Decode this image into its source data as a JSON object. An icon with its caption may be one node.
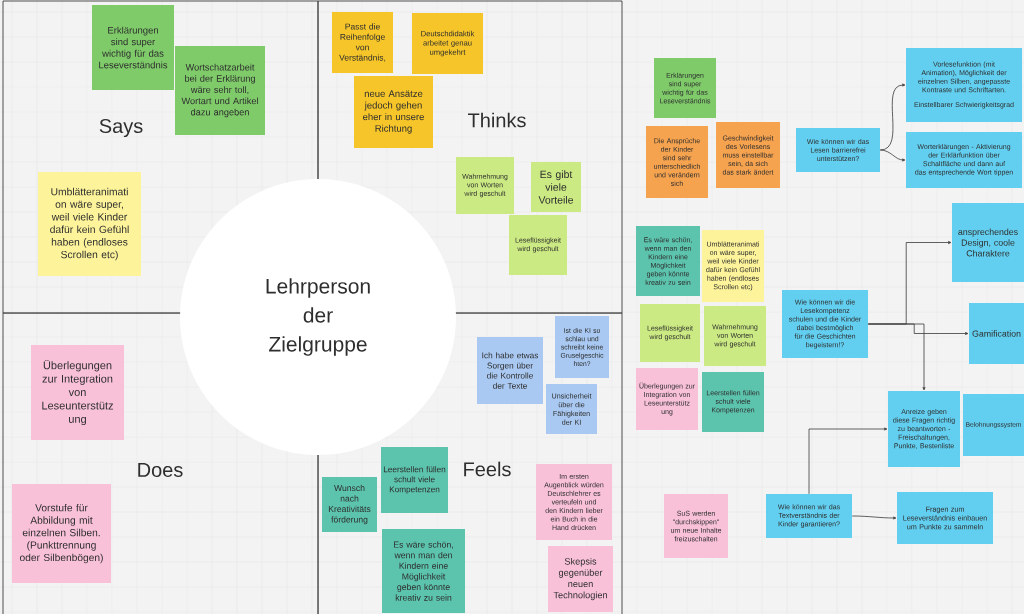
{
  "diagram": {
    "nodes": [
      {
        "text": [
          "Says"
        ]
      },
      {
        "text": [
          "Erklärungen sind super wichtig für das Leseverständnis"
        ],
        "in": 0
      },
      {
        "text": [
          "Wortschatzarbeit bei der Erklärung wäre sehr toll, Wortart und Artikel dazu angeben"
        ],
        "in": 0
      },
      {
        "text": [
          "Umblätteranimati on wäre super, weil viele Kinder dafür kein Gefühl haben (endloses Scrollen etc)"
        ],
        "in": 0
      },
      {
        "text": [
          "Thinks"
        ]
      },
      {
        "text": [
          "Passt die Reihenfolge von Verständnis,"
        ],
        "in": 4
      },
      {
        "text": [
          "Deutschdidaktik arbeitet genau umgekehrt"
        ],
        "in": 4
      },
      {
        "text": [
          "neue Ansätze jedoch gehen eher in unsere Richtung"
        ],
        "in": 4
      },
      {
        "text": [
          "Wahrnehmung von Worten wird geschult"
        ],
        "in": 4
      },
      {
        "text": [
          "Es gibt viele Vorteile"
        ],
        "in": 4
      },
      {
        "text": [
          "Leseflüssigkeit wird geschult"
        ],
        "in": 4
      },
      {
        "text": [
          "Does"
        ]
      },
      {
        "text": [
          "Überlegungen zur Integration von Leseunterstütz ung"
        ],
        "in": 11
      },
      {
        "text": [
          "Vorstufe für Abbildung mit einzelnen Silben. (Punkttrennung oder Silbenbögen)"
        ],
        "in": 11
      },
      {
        "text": [
          "Feels"
        ]
      },
      {
        "text": [
          "Ich habe etwas Sorgen über die Kontrolle der Texte"
        ],
        "in": 14
      },
      {
        "text": [
          "Ist die KI so schlau und schreibt keine Gruselgeschic hten?"
        ],
        "in": 14
      },
      {
        "text": [
          "Unsicherheit über die Fähigkeiten der KI"
        ],
        "in": 14
      },
      {
        "text": [
          "Leerstellen füllen schult viele Kompetenzen"
        ],
        "in": 14
      },
      {
        "text": [
          "Wunsch nach Kreativitäts förderung"
        ],
        "in": 14
      },
      {
        "text": [
          "Es wäre schön, wenn man den Kindern eine Möglichkeit geben könnte kreativ zu sein"
        ],
        "in": 14
      },
      {
        "text": [
          "Im ersten Augenblick würden Deutschlehrer es verteufeln und den Kindern lieber ein Buch in die Hand drücken"
        ],
        "in": 14
      },
      {
        "text": [
          "Skepsis gegenüber neuen Technologien"
        ],
        "in": 14
      },
      {
        "text": [
          "Lehrperson der Zielgruppe"
        ]
      },
      {
        "text": [
          "Erklärungen sind super wichtig für das Leseverständnis"
        ]
      },
      {
        "text": [
          "Die Ansprüche der Kinder sind sehr unterschiedlich und verändern sich"
        ]
      },
      {
        "text": [
          "Geschwindigkeit des Vorlesens muss einstellbar sein, da sich das stark ändert"
        ]
      },
      {
        "text": [
          "Wie können wir das Lesen barrierefrei unterstützen?"
        ]
      },
      {
        "text": [
          "Vorlesefunktion (mit Animation), Möglichkeit der einzelnen Silben, angepasste Kontraste und Schriftarten.",
          "Einstellbarer Schwierigkeitsgrad"
        ]
      },
      {
        "text": [
          "Worterklärungen - Aktivierung der Erklärfunktion über Schaltfläche und dann auf das entsprechende Wort tippen"
        ]
      },
      {
        "text": [
          "Es wäre schön, wenn man den Kindern eine Möglichkeit geben könnte kreativ zu sein"
        ]
      },
      {
        "text": [
          "Umblätteranimati on wäre super, weil viele Kinder dafür kein Gefühl haben (endloses Scrollen etc)"
        ]
      },
      {
        "text": [
          "Leseflüssigkeit wird geschult"
        ]
      },
      {
        "text": [
          "Wahrnehmung von Worten wird geschult"
        ]
      },
      {
        "text": [
          "Überlegungen zur Integration von Leseunterstütz ung"
        ]
      },
      {
        "text": [
          "Leerstellen füllen schult viele Kompetenzen"
        ]
      },
      {
        "text": [
          "Wie können wir die Lesekompetenz schulen und die Kinder dabei bestmöglich für die Geschichten begeistern!?"
        ]
      },
      {
        "text": [
          "ansprechendes Design, coole Charaktere"
        ]
      },
      {
        "text": [
          "Gamification"
        ]
      },
      {
        "text": [
          "Anreize geben diese Fragen richtig zu beantworten - Freischaltungen, Punkte, Bestenliste"
        ]
      },
      {
        "text": [
          "Belohnungssystem"
        ]
      },
      {
        "text": [
          "SuS werden \"durchskippen\" um neue Inhalte freizuschalten"
        ]
      },
      {
        "text": [
          "Wie können wir das Textverständnis der Kinder garantieren?"
        ]
      },
      {
        "text": [
          "Fragen zum Leseverständnis einbauen um Punkte zu sammeln"
        ]
      }
    ],
    "edges": [
      {
        "from": 27,
        "to": 28,
        "arrow": "to"
      },
      {
        "from": 27,
        "to": 29,
        "arrow": "to"
      },
      {
        "from": 36,
        "to": 37,
        "arrow": "to"
      },
      {
        "from": 36,
        "to": 38,
        "arrow": "to"
      },
      {
        "from": 36,
        "to": 39,
        "arrow": "to"
      },
      {
        "from": 42,
        "to": 39,
        "arrow": "to"
      },
      {
        "from": 42,
        "to": 43,
        "arrow": "to"
      }
    ]
  }
}
